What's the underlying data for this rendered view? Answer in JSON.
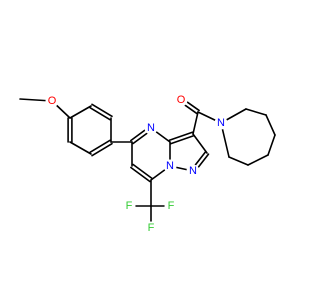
{
  "molecule": {
    "colors": {
      "bond": "#000000",
      "carbon": "#000000",
      "nitrogen": "#0000ff",
      "oxygen": "#ff0000",
      "fluorine": "#33cc33"
    },
    "atoms": [
      {
        "id": "o_methoxy",
        "label": "O",
        "element": "oxygen"
      },
      {
        "id": "n_pyrimidine",
        "label": "N",
        "element": "nitrogen"
      },
      {
        "id": "n_bridge",
        "label": "N",
        "element": "nitrogen"
      },
      {
        "id": "n_pyrazole",
        "label": "N",
        "element": "nitrogen"
      },
      {
        "id": "o_carbonyl",
        "label": "O",
        "element": "oxygen"
      },
      {
        "id": "n_azepane",
        "label": "N",
        "element": "nitrogen"
      },
      {
        "id": "f_1",
        "label": "F",
        "element": "fluorine"
      },
      {
        "id": "f_2",
        "label": "F",
        "element": "fluorine"
      },
      {
        "id": "f_3",
        "label": "F",
        "element": "fluorine"
      }
    ]
  }
}
